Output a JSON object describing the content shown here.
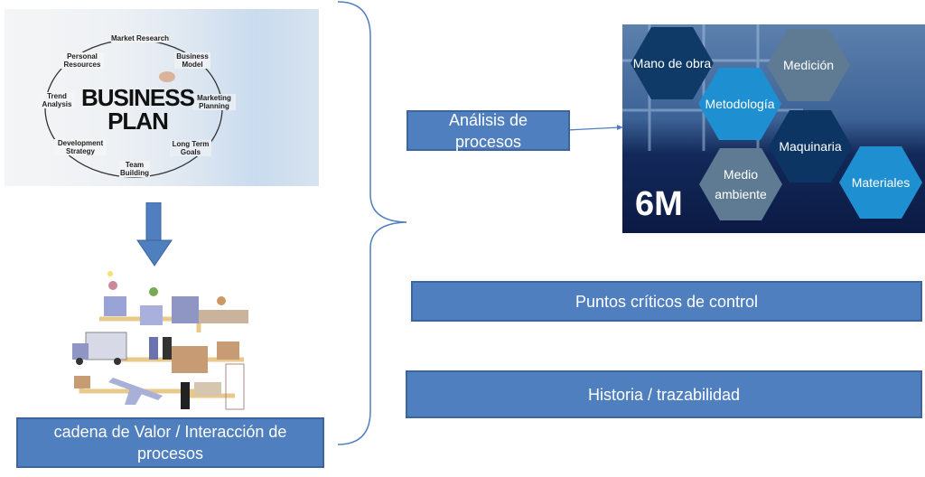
{
  "business_plan_image": {
    "title_line1": "BUSINESS",
    "title_line2": "PLAN",
    "cycle_labels": [
      "Market Research",
      "Business Model",
      "Marketing Planning",
      "Long Term Goals",
      "Team Building",
      "Development Strategy",
      "Trend Analysis",
      "Personal Resources"
    ]
  },
  "six_m_image": {
    "title": "6M",
    "hexagons": [
      {
        "label": "Mano de obra",
        "color": "#0f3a68"
      },
      {
        "label": "Medición",
        "color": "#5f7b93"
      },
      {
        "label": "Metodología",
        "color": "#1e8fd0"
      },
      {
        "label": "Maquinaria",
        "color": "#0d3563"
      },
      {
        "label": "Medio ambiente",
        "color": "#5f7b93"
      },
      {
        "label": "Materiales",
        "color": "#1e8fd0"
      }
    ]
  },
  "boxes": {
    "analisis": "Análisis de procesos",
    "puntos": "Puntos críticos de control",
    "historia": "Historia / trazabilidad",
    "cadena": "cadena de Valor / Interacción de procesos"
  },
  "colors": {
    "box_fill": "#4f7fbe",
    "box_border": "#3b659c",
    "connector": "#4f7fbe"
  }
}
